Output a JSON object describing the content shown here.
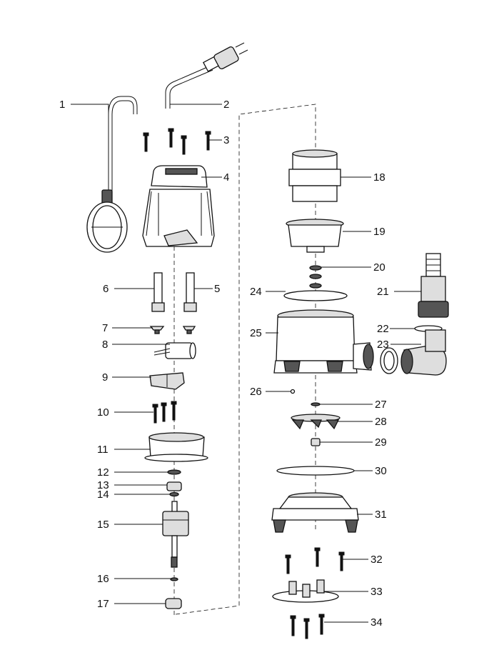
{
  "labels": {
    "l1": "1",
    "l2": "2",
    "l3": "3",
    "l4": "4",
    "l5": "5",
    "l6": "6",
    "l7": "7",
    "l8": "8",
    "l9": "9",
    "l10": "10",
    "l11": "11",
    "l12": "12",
    "l13": "13",
    "l14": "14",
    "l15": "15",
    "l16": "16",
    "l17": "17",
    "l18": "18",
    "l19": "19",
    "l20": "20",
    "l21": "21",
    "l22": "22",
    "l23": "23",
    "l24": "24",
    "l25": "25",
    "l26": "26",
    "l27": "27",
    "l28": "28",
    "l29": "29",
    "l30": "30",
    "l31": "31",
    "l32": "32",
    "l33": "33",
    "l34": "34"
  },
  "colors": {
    "stroke": "#111111",
    "fill_light": "#dedede",
    "fill_dark": "#555555"
  }
}
